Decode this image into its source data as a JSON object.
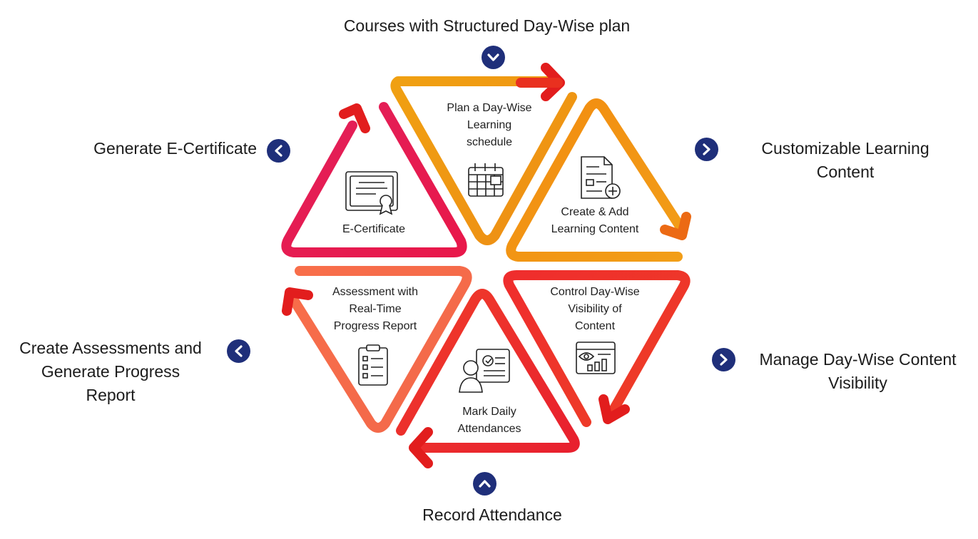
{
  "outer_labels": {
    "top": [
      "Courses with Structured Day-Wise plan"
    ],
    "upper_right": [
      "Customizable Learning",
      "Content"
    ],
    "lower_right": [
      "Manage Day-Wise Content",
      "Visibility"
    ],
    "bottom": [
      "Record Attendance"
    ],
    "lower_left": [
      "Create Assessments and",
      "Generate Progress",
      "Report"
    ],
    "upper_left": [
      "Generate E-Certificate"
    ]
  },
  "inner_labels": {
    "plan": [
      "Plan a Day-Wise",
      "Learning",
      "schedule"
    ],
    "create": [
      "Create & Add",
      "Learning Content"
    ],
    "visibility": [
      "Control Day-Wise",
      "Visibility of",
      "Content"
    ],
    "attendance": [
      "Mark Daily",
      "Attendances"
    ],
    "assessment": [
      "Assessment with",
      "Real-Time",
      "Progress Report"
    ],
    "certificate": [
      "E-Certificate"
    ]
  },
  "icons": {
    "plan": "calendar-icon",
    "create": "add-document-icon",
    "visibility": "eye-chart-icon",
    "attendance": "person-checklist-icon",
    "assessment": "clipboard-checklist-icon",
    "certificate": "certificate-icon"
  },
  "colors": {
    "dark_red": "#e21d1d",
    "red": "#ee3a24",
    "orange": "#ef8a12",
    "amber": "#f0a012",
    "coral": "#f4674a",
    "crimson": "#e3205a",
    "navy": "#1f2f7a"
  }
}
